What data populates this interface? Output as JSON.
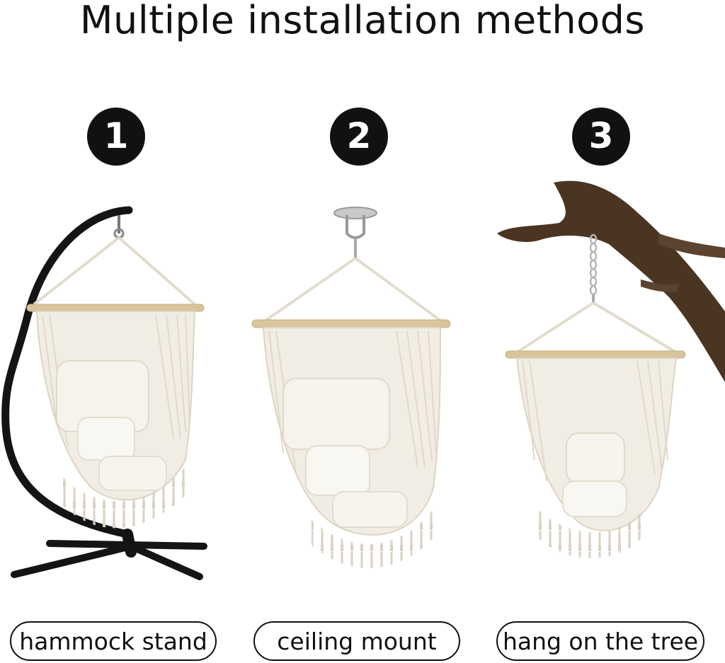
{
  "title": "Multiple installation methods",
  "methods": [
    {
      "number": "1",
      "label": "hammock stand",
      "illustration": "hammock-chair-on-c-stand"
    },
    {
      "number": "2",
      "label": "ceiling mount",
      "illustration": "hammock-chair-ceiling-hook"
    },
    {
      "number": "3",
      "label": "hang on the tree",
      "illustration": "hammock-chair-tree-branch"
    }
  ],
  "colors": {
    "text": "#111111",
    "badge": "#111111",
    "fabric": "#f1ede4",
    "rope": "#e6dfd1",
    "bar": "#d9c49c",
    "stand": "#141414",
    "branch": "#4a3422"
  }
}
